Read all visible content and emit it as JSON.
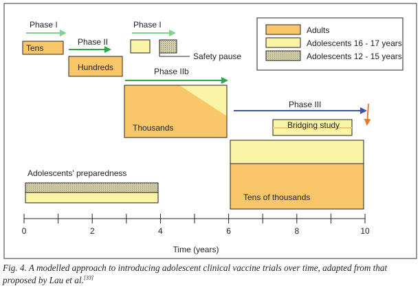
{
  "colors": {
    "adults": "#f9c66a",
    "adolescents_16_17": "#fbf4a6",
    "adolescents_12_15": "#d8d3a6",
    "green_arrow": "#2aa84a",
    "light_green_arrow": "#7ed38a",
    "blue_arrow": "#3f51a4",
    "orange_arrow": "#e8782a",
    "box_border": "#222222"
  },
  "legend": {
    "items": [
      {
        "label": "Adults",
        "fill": "adults"
      },
      {
        "label": "Adolescents 16 - 17 years",
        "fill": "adolescents_16_17"
      },
      {
        "label": "Adolescents 12 - 15 years",
        "fill": "adolescents_12_15"
      }
    ]
  },
  "labels": {
    "phase_1_first": "Phase I",
    "phase_2": "Phase II",
    "phase_1_second": "Phase I",
    "safety_pause": "Safety pause",
    "phase_2b": "Phase IIb",
    "phase_3": "Phase III",
    "bridging_study": "Bridging study",
    "adolescents_preparedness": "Adolescents' preparedness",
    "tens": "Tens",
    "hundreds": "Hundreds",
    "thousands": "Thousands",
    "tens_of_thousands": "Tens of thousands"
  },
  "axis": {
    "title": "Time (years)",
    "ticks": [
      "0",
      "2",
      "4",
      "6",
      "8",
      "10"
    ],
    "range": [
      0,
      10
    ]
  },
  "caption": {
    "text": "Fig. 4. A modelled approach to introducing adolescent clinical vaccine trials over time, adapted from that proposed by Lau et al.",
    "ref": "[33]"
  }
}
